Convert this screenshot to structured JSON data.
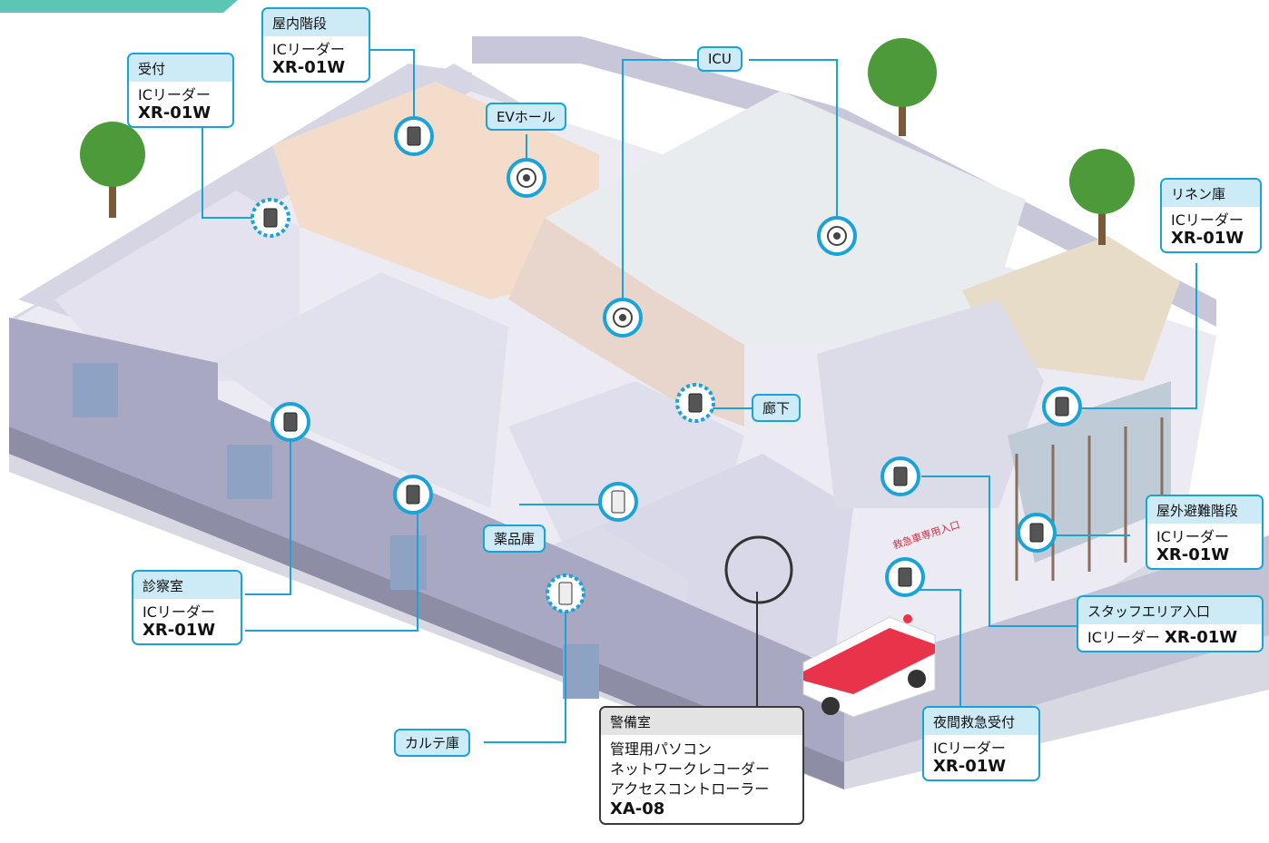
{
  "callouts": {
    "uketsuke": {
      "title": "受付",
      "device": "ICリーダー",
      "model": "XR-01W"
    },
    "okunai": {
      "title": "屋内階段",
      "device": "ICリーダー",
      "model": "XR-01W"
    },
    "icu": {
      "title": "ICU"
    },
    "ev": {
      "title": "EVホール"
    },
    "linen": {
      "title": "リネン庫",
      "device": "ICリーダー",
      "model": "XR-01W"
    },
    "roka": {
      "title": "廊下"
    },
    "yakuhin": {
      "title": "薬品庫"
    },
    "okugai": {
      "title": "屋外避難階段",
      "device": "ICリーダー",
      "model": "XR-01W"
    },
    "staff": {
      "title": "スタッフエリア入口",
      "device": "ICリーダー",
      "model": "XR-01W"
    },
    "shinsatsu": {
      "title": "診察室",
      "device": "ICリーダー",
      "model": "XR-01W"
    },
    "karte": {
      "title": "カルテ庫"
    },
    "keibi": {
      "title": "警備室",
      "lines": [
        "管理用パソコン",
        "ネットワークレコーダー",
        "アクセスコントローラー"
      ],
      "model": "XA-08"
    },
    "yakan": {
      "title": "夜間救急受付",
      "device": "ICリーダー",
      "model": "XR-01W"
    }
  },
  "signage": {
    "emergency_entrance": "救急車専用入口"
  },
  "colors": {
    "accent": "#1aa3d8",
    "label_bg": "#cdeaf7",
    "accent_tab": "#5cc6b5",
    "wall": "#c9c9dc"
  }
}
